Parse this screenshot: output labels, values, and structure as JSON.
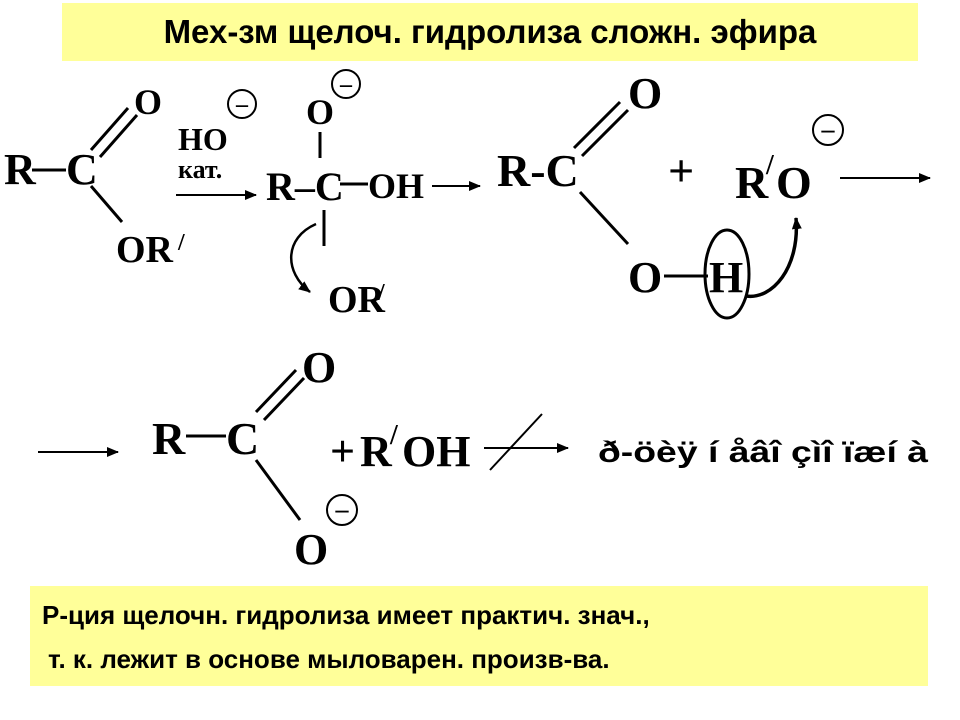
{
  "title": "Мех-зм щелоч. гидролиза сложн. эфира",
  "note": {
    "line1": "Р-ция щелочн. гидролиза имеет практич. знач.,",
    "line2": "т. к. лежит в основе мыловарен. произв-ва."
  },
  "reaction": {
    "ester": {
      "r": "R",
      "c": "C",
      "o": "O",
      "or": "OR",
      "prime": "/"
    },
    "conditions": {
      "reagent": "HO",
      "charge": "–",
      "catalyst": "кат."
    },
    "intermediate": {
      "o": "O",
      "charge": "–",
      "rc": "R–C",
      "oh": "OH",
      "or": "OR",
      "prime": "/"
    },
    "acid": {
      "rc": "R-C",
      "o_top": "O",
      "o_bottom": "O",
      "h": "H"
    },
    "plus1": "+",
    "alkoxide": {
      "r": "R",
      "prime": "/",
      "o": "O",
      "charge": "–"
    },
    "carboxylate": {
      "r": "R",
      "c": "C",
      "o_top": "O",
      "o_bottom": "O",
      "charge": "–"
    },
    "plus2": "+",
    "alcohol": {
      "r": "R",
      "prime": "/",
      "oh": "OH"
    },
    "garbled_result": "ð-öèÿ í åâî çìî ïæí à"
  },
  "colors": {
    "highlight": "#ffff99",
    "text": "#000000",
    "background": "#ffffff"
  }
}
